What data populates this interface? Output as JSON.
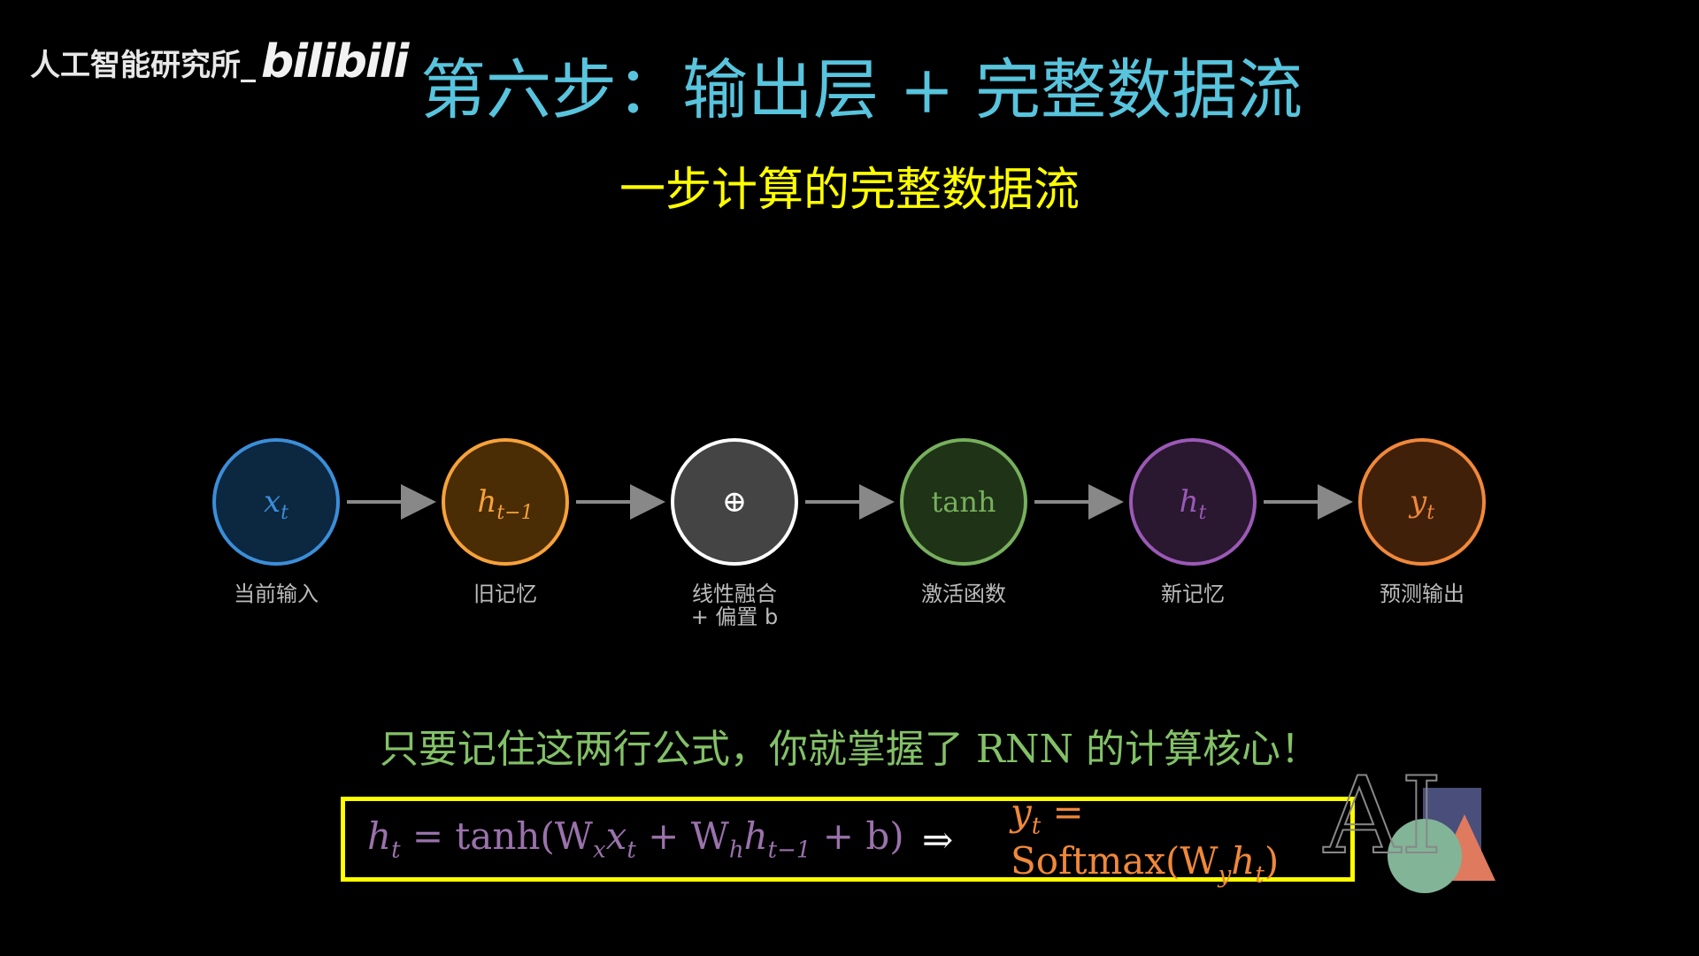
{
  "watermark": {
    "text": "人工智能研究所_",
    "logo": "bilibili"
  },
  "title": "第六步：输出层 + 完整数据流",
  "subtitle": "一步计算的完整数据流",
  "nodes": [
    {
      "symbol": "x",
      "sub": "t",
      "label": "当前输入",
      "label2": "",
      "color": "#3b8ed8",
      "fill": "#0c2740",
      "text_color": "#3b8ed8"
    },
    {
      "symbol": "h",
      "sub": "t−1",
      "label": "旧记忆",
      "label2": "",
      "color": "#f7a23a",
      "fill": "#4a2c05",
      "text_color": "#f7a23a"
    },
    {
      "symbol": "⊕",
      "sub": "",
      "label": "线性融合",
      "label2": "+ 偏置 b",
      "color": "#ffffff",
      "fill": "#444444",
      "text_color": "#ffffff"
    },
    {
      "symbol": "tanh",
      "sub": "",
      "label": "激活函数",
      "label2": "",
      "color": "#77b05d",
      "fill": "#1f3317",
      "text_color": "#77b05d"
    },
    {
      "symbol": "h",
      "sub": "t",
      "label": "新记忆",
      "label2": "",
      "color": "#9b59b6",
      "fill": "#2a1730",
      "text_color": "#9b59b6"
    },
    {
      "symbol": "y",
      "sub": "t",
      "label": "预测输出",
      "label2": "",
      "color": "#f0883a",
      "fill": "#41200a",
      "text_color": "#f0883a"
    }
  ],
  "highlight": "只要记住这两行公式，你就掌握了 RNN 的计算核心！",
  "formula": {
    "left_a": "h",
    "left_a_sub": "t",
    "left_b": " = tanh(W",
    "left_b_sub": "x",
    "left_c": "x",
    "left_c_sub": "t",
    "left_d": " + W",
    "left_d_sub": "h",
    "left_e": "h",
    "left_e_sub": "t−1",
    "left_f": " + b)",
    "implies": "⇒",
    "right_a": "y",
    "right_a_sub": "t",
    "right_b": " = Softmax(W",
    "right_b_sub": "y",
    "right_c": "h",
    "right_c_sub": "t",
    "right_d": ")"
  },
  "ai_logo": {
    "text": "AI",
    "square_color": "#4a4e7a",
    "circle_color": "#82b497",
    "triangle_color": "#e07a5f"
  }
}
